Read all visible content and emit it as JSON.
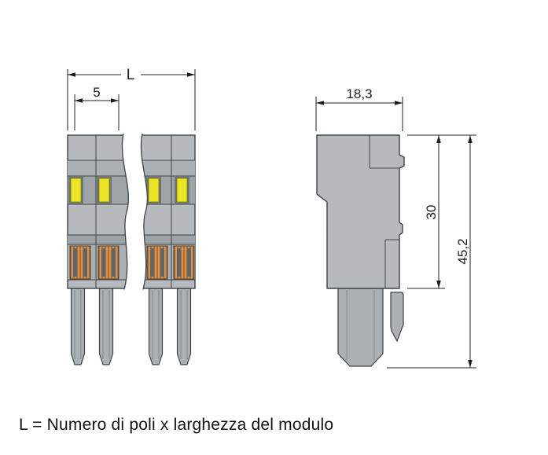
{
  "figure": {
    "caption": "L = Numero di poli x larghezza del modulo",
    "dimensions": {
      "total_length_label": "L",
      "pole_pitch_mm": "5",
      "depth_mm": "18,3",
      "body_height_mm": "30",
      "total_height_mm": "45,2"
    },
    "colors": {
      "background": "#ffffff",
      "body": "#b6babd",
      "body_shade": "#abb0b3",
      "band_shade": "#9da3a6",
      "outline": "#3d4347",
      "lever_yellow": "#ece426",
      "lever_slot": "#6e7478",
      "contact_orange": "#d8924f",
      "contact_hatch": "#96551f",
      "contact_slot": "#5f656a",
      "dim": "#1c1c1c",
      "pin_inner": "#7e8487"
    }
  }
}
